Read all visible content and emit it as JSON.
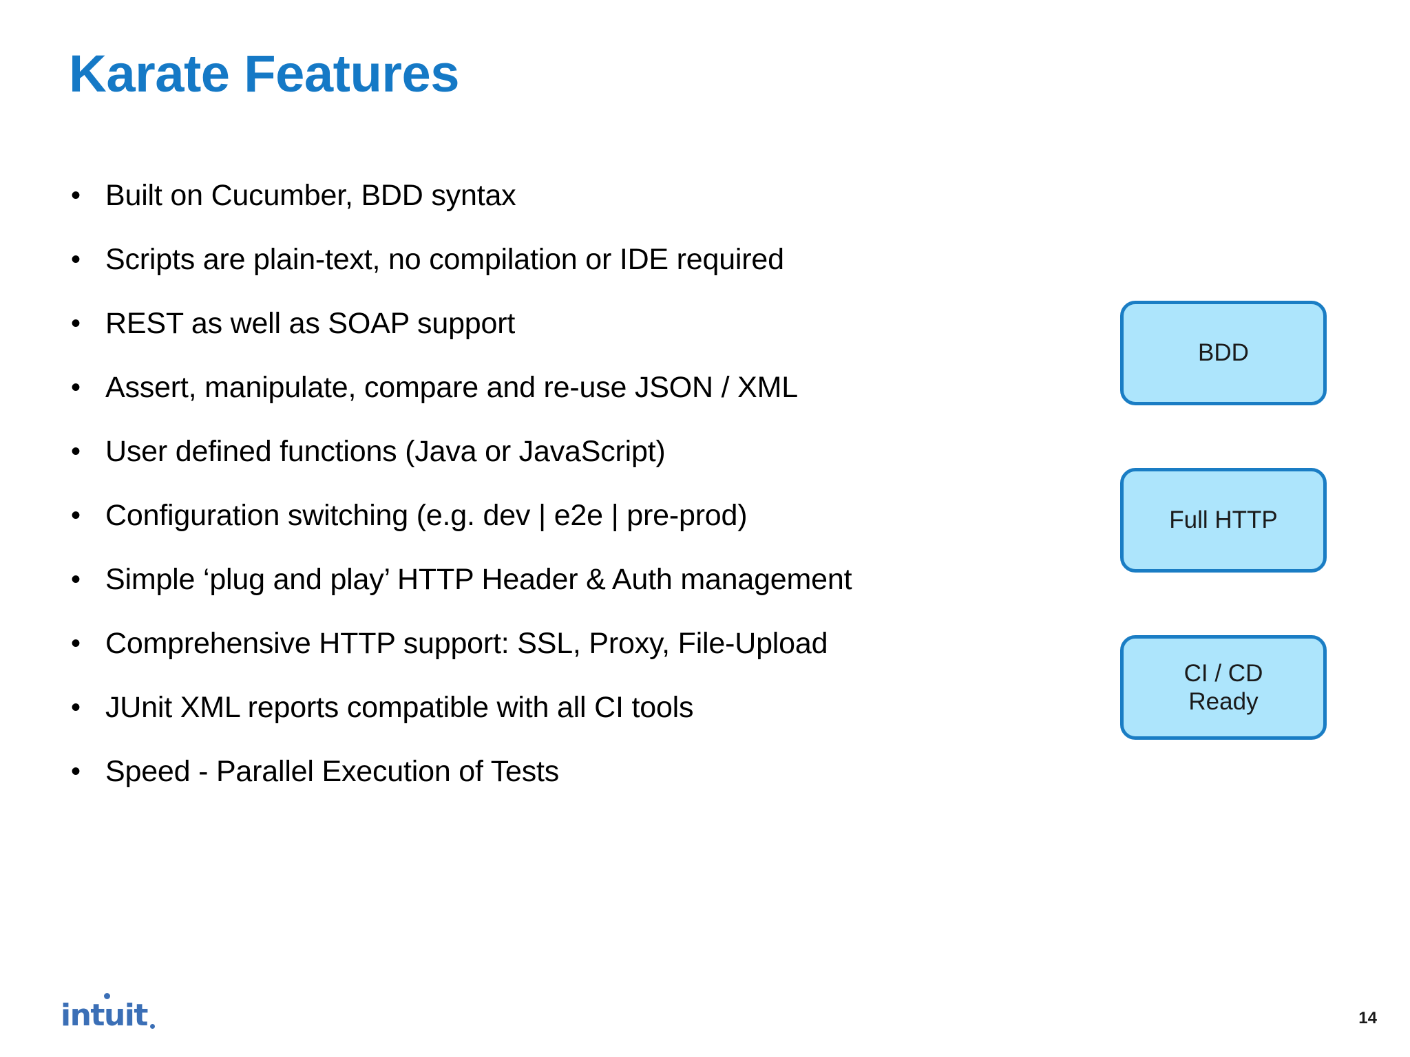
{
  "slide": {
    "title": "Karate Features",
    "page_number": "14",
    "title_color": "#1579c6",
    "bullet_marker": "•"
  },
  "bullets": [
    {
      "text": "Built on Cucumber,  BDD syntax"
    },
    {
      "text": "Scripts are plain-text, no compilation or IDE required"
    },
    {
      "text": "REST as well as SOAP support"
    },
    {
      "text": "Assert, manipulate, compare and re-use JSON / XML"
    },
    {
      "text": "User defined functions (Java or JavaScript)"
    },
    {
      "text": "Configuration switching (e.g. dev | e2e | pre-prod)"
    },
    {
      "text": "Simple ‘plug and play’ HTTP Header & Auth management"
    },
    {
      "text": "Comprehensive HTTP support: SSL, Proxy, File-Upload"
    },
    {
      "text": "JUnit XML reports compatible with all CI tools"
    },
    {
      "text": "Speed - Parallel Execution of Tests"
    }
  ],
  "boxes": [
    {
      "label": "BDD",
      "fill": "#ade5fc",
      "border": "#1a7dc4"
    },
    {
      "label": "Full HTTP",
      "fill": "#ade5fc",
      "border": "#1a7dc4"
    },
    {
      "label": "CI / CD\nReady",
      "line1": "CI / CD",
      "line2": "Ready",
      "fill": "#ade5fc",
      "border": "#1a7dc4"
    }
  ],
  "footer": {
    "logo_text": "intuit",
    "logo_color": "#3b6fb6"
  }
}
